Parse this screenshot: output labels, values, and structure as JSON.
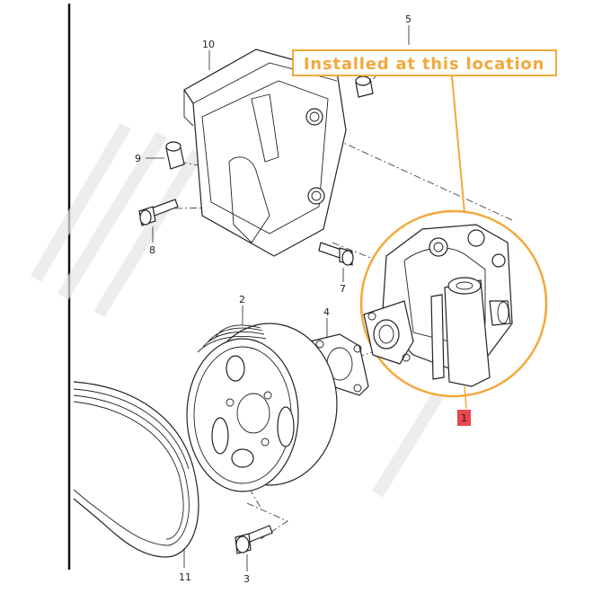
{
  "callout": {
    "text": "Installed at this location",
    "color": "#f2a93b"
  },
  "parts": {
    "p1": "1",
    "p2": "2",
    "p3": "3",
    "p4": "4",
    "p5": "5",
    "p7": "7",
    "p8": "8",
    "p9": "9",
    "p10": "10",
    "p11": "11"
  },
  "highlight_color": "#e8474f"
}
